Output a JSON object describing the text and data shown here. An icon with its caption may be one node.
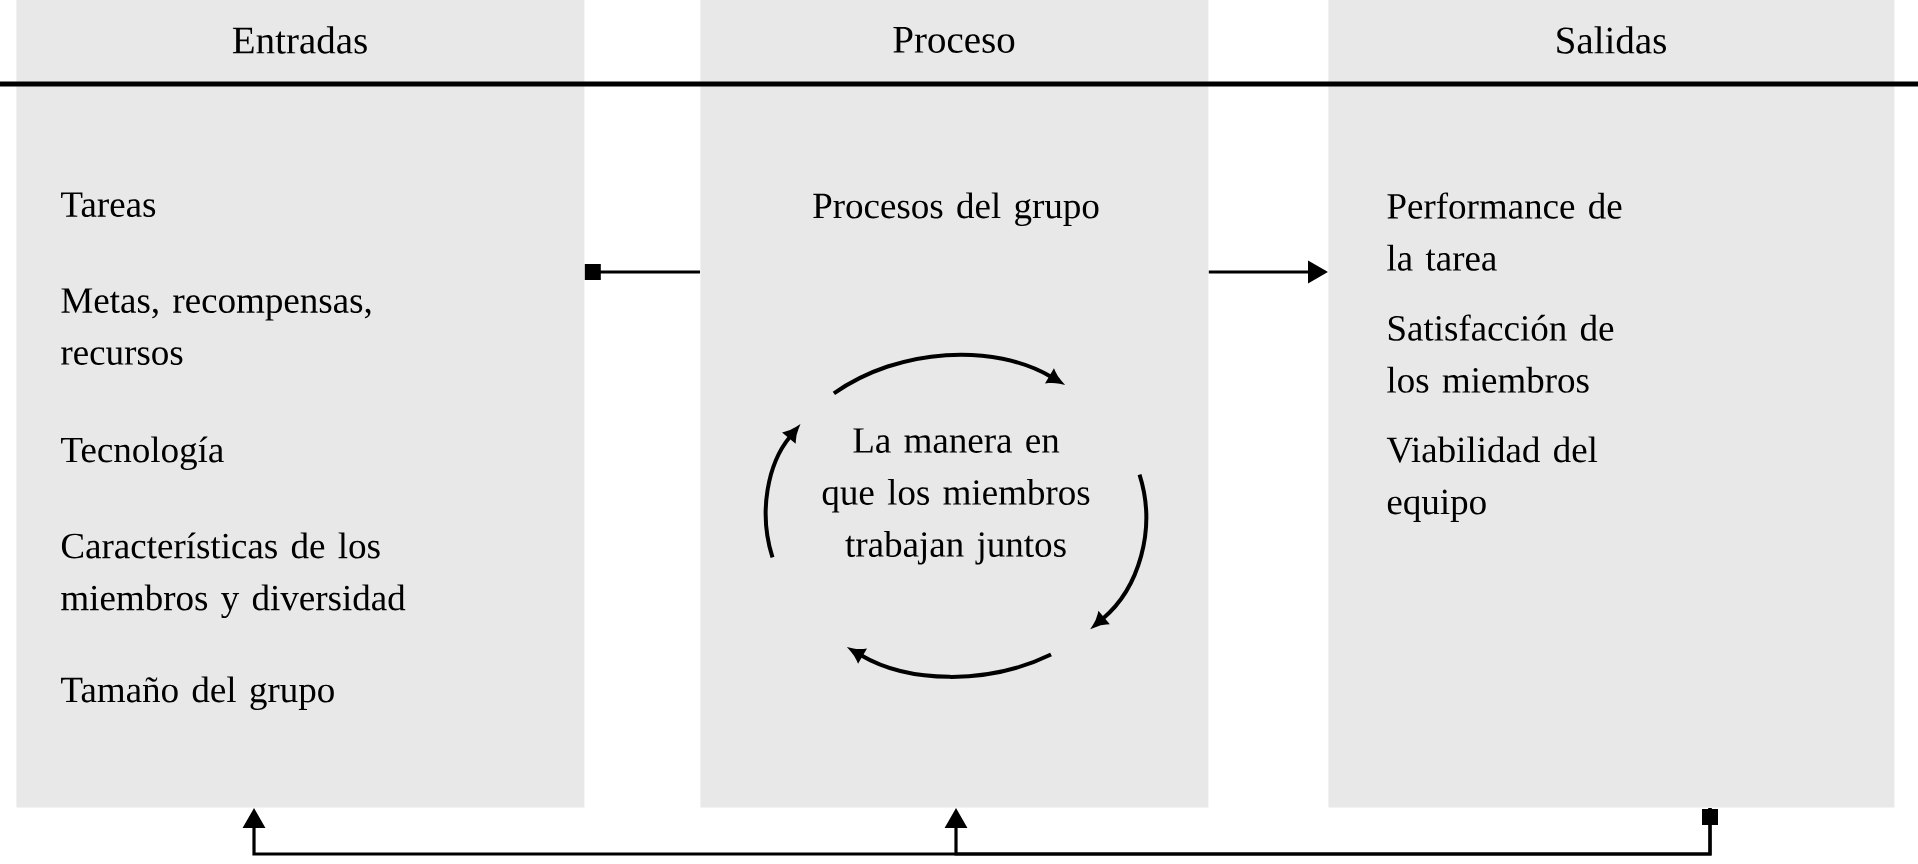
{
  "diagram": {
    "nodes": [
      {
        "text": [
          "Entradas",
          "Tareas",
          "Metas, recompensas, recursos",
          "Tecnología",
          "Características de los miembros y diversidad",
          "Tamaño del grupo"
        ]
      },
      {
        "text": [
          "Proceso",
          "Procesos del grupo",
          "La manera en que los miembros trabajan juntos"
        ]
      },
      {
        "text": [
          "Salidas",
          "Performance de la tarea",
          "Satisfacción de los miembros",
          "Viabilidad del equipo"
        ]
      }
    ],
    "edges": [
      {
        "from": 1,
        "to": 0,
        "arrow": "other"
      },
      {
        "from": 1,
        "to": 2,
        "arrow": "to"
      },
      {
        "from": 2,
        "to": 0,
        "arrow": "to"
      },
      {
        "from": 2,
        "to": 1,
        "arrow": "to"
      }
    ]
  }
}
